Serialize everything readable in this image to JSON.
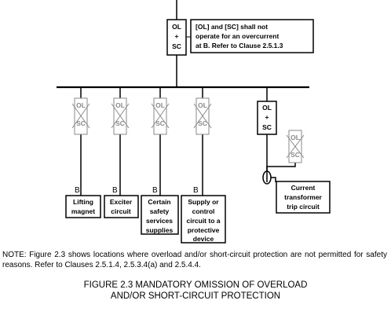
{
  "top_device": {
    "line1": "OL",
    "line2": "+",
    "line3": "SC"
  },
  "callout": {
    "line1": "[OL] and [SC] shall not",
    "line2": "operate for an overcurrent",
    "line3": "at B. Refer to Clause 2.5.1.3"
  },
  "omitted_device": {
    "line1": "OL",
    "line2": "SC"
  },
  "branch_device": {
    "line1": "OL",
    "line2": "+",
    "line3": "SC"
  },
  "point_label": "B",
  "loads": [
    {
      "lines": [
        "Lifting",
        "magnet"
      ]
    },
    {
      "lines": [
        "Exciter",
        "circuit"
      ]
    },
    {
      "lines": [
        "Certain",
        "safety",
        "services",
        "supplies"
      ]
    },
    {
      "lines": [
        "Supply or",
        "control",
        "circuit to a",
        "protective",
        "device"
      ]
    }
  ],
  "ct_circuit": {
    "lines": [
      "Current",
      "transformer",
      "trip circuit"
    ]
  },
  "note": "NOTE: Figure 2.3 shows locations where overload and/or short-circuit protection are not permitted for safety reasons. Refer to Clauses 2.5.1.4, 2.5.3.4(a) and 2.5.4.4.",
  "caption": {
    "line1": "FIGURE 2.3 MANDATORY OMISSION OF OVERLOAD",
    "line2": "AND/OR SHORT-CIRCUIT PROTECTION"
  }
}
